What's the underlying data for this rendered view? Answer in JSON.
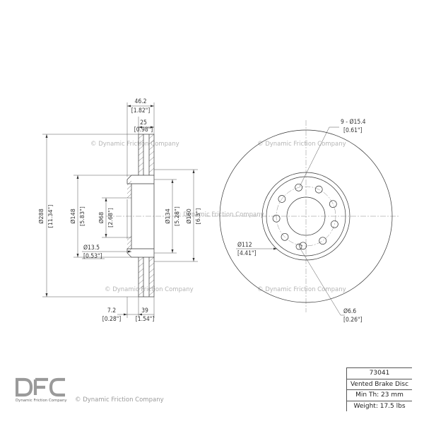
{
  "part": {
    "number": "73041",
    "type": "Vented Brake Disc",
    "min_thickness": "Min Th: 23 mm",
    "weight": "Weight: 17.5 lbs"
  },
  "brand": {
    "name": "DFC",
    "tagline": "Dynamic Friction Company",
    "copyright": "© Dynamic Friction Company"
  },
  "dimensions": {
    "overall_height": "46.2",
    "overall_height_in": "[1.82\"]",
    "hat_depth": "25",
    "hat_depth_in": "[0.98\"]",
    "disc_diameter": "Ø288",
    "disc_diameter_in": "[11.34\"]",
    "hat_diameter": "Ø148",
    "hat_diameter_in": "[5.83\"]",
    "center_bore": "Ø68",
    "center_bore_in": "[2.68\"]",
    "inner_hat_diameter": "Ø134",
    "inner_hat_diameter_in": "[5.28\"]",
    "hat_outer_diameter": "Ø160",
    "hat_outer_diameter_in": "[6.3\"]",
    "bolt_hole": "Ø13.5",
    "bolt_hole_in": "[0.53\"]",
    "rotor_thickness": "7.2",
    "rotor_thickness_in": "[0.28\"]",
    "total_width": "39",
    "total_width_in": "[1.54\"]",
    "holes": "9 - Ø15.4",
    "holes_in": "[0.61\"]",
    "bolt_circle": "Ø112",
    "bolt_circle_in": "[4.41\"]",
    "small_hole": "Ø6.6",
    "small_hole_in": "[0.26\"]"
  }
}
